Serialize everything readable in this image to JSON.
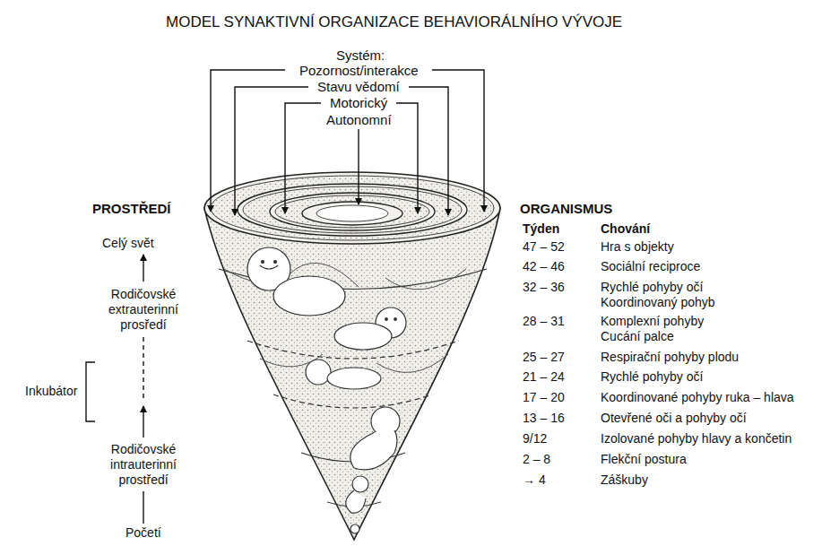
{
  "diagram": {
    "title": "MODEL SYNAKTIVNÍ ORGANIZACE BEHAVIORÁLNÍHO VÝVOJE",
    "labels": [
      "Systém:",
      "Pozornost/interakce",
      "Stavu vědomí",
      "Motorický",
      "Autonomní",
      "PROSTŘEDÍ",
      "Celý svět",
      "Rodičovské extrauterinní prosředí",
      "Inkubátor",
      "Rodičovské intrauterinní prostředí",
      "Početí",
      "ORGANISMUS",
      "Týden",
      "Chování",
      "47 – 52",
      "Hra s objekty",
      "42 – 46",
      "Sociální reciproce",
      "32 – 36",
      "Rychlé pohyby očí Koordinovaný pohyb",
      "28 – 31",
      "Komplexní pohyby Cucání palce",
      "25 – 27",
      "Respirační pohyby plodu",
      "21 – 24",
      "Rychlé pohyby očí",
      "17 – 20",
      "Koordinované pohyby ruka – hlava",
      "13 – 16",
      "Otevřené oči a pohyby očí",
      "9/12",
      "Izolované pohyby hlavy a končetin",
      "2 – 8",
      "Flekční postura",
      "→ 4",
      "Záškuby"
    ]
  }
}
